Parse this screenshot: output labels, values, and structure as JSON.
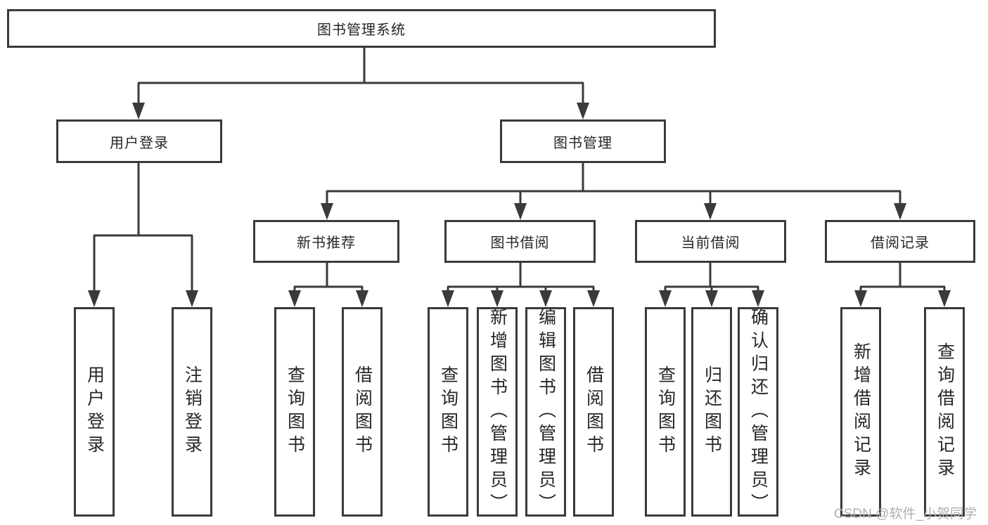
{
  "colors": {
    "line": "#3a3a3a",
    "text": "#262626",
    "background": "#ffffff",
    "watermark_color": "#b0b0b0"
  },
  "watermark": "CSDN @软件_小贺同学",
  "tree": {
    "root": {
      "label": "图书管理系统",
      "children": [
        {
          "label": "用户登录",
          "children": [
            {
              "label": "用户登录"
            },
            {
              "label": "注销登录"
            }
          ]
        },
        {
          "label": "图书管理",
          "children": [
            {
              "label": "新书推荐",
              "children": [
                {
                  "label": "查询图书"
                },
                {
                  "label": "借阅图书"
                }
              ]
            },
            {
              "label": "图书借阅",
              "children": [
                {
                  "label": "查询图书"
                },
                {
                  "label": "新增图书（管理员）"
                },
                {
                  "label": "编辑图书（管理员）"
                },
                {
                  "label": "借阅图书"
                }
              ]
            },
            {
              "label": "当前借阅",
              "children": [
                {
                  "label": "查询图书"
                },
                {
                  "label": "归还图书"
                },
                {
                  "label": "确认归还（管理员）"
                }
              ]
            },
            {
              "label": "借阅记录",
              "children": [
                {
                  "label": "新增借阅记录"
                },
                {
                  "label": "查询借阅记录"
                }
              ]
            }
          ]
        }
      ]
    }
  }
}
